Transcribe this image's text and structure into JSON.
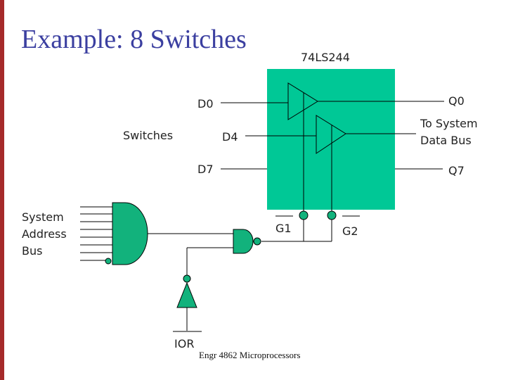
{
  "slide": {
    "title": "Example: 8 Switches",
    "footer": "Engr 4862 Microprocessors"
  },
  "diagram": {
    "chip_label": "74LS244",
    "inputs": [
      "D0",
      "D4",
      "D7"
    ],
    "outputs": [
      "Q0",
      "Q7"
    ],
    "switches_label": "Switches",
    "to_system_line1": "To System",
    "to_system_line2": "Data Bus",
    "address_line1": "System",
    "address_line2": "Address",
    "address_line3": "Bus",
    "g1_label": "G1",
    "g2_label": "G2",
    "ior_label": "IOR",
    "colors": {
      "chip_fill": "#00c896",
      "gate_fill": "#12b27c",
      "title_color": "#3b3fa0",
      "accent_bar": "#a52a2a"
    }
  }
}
